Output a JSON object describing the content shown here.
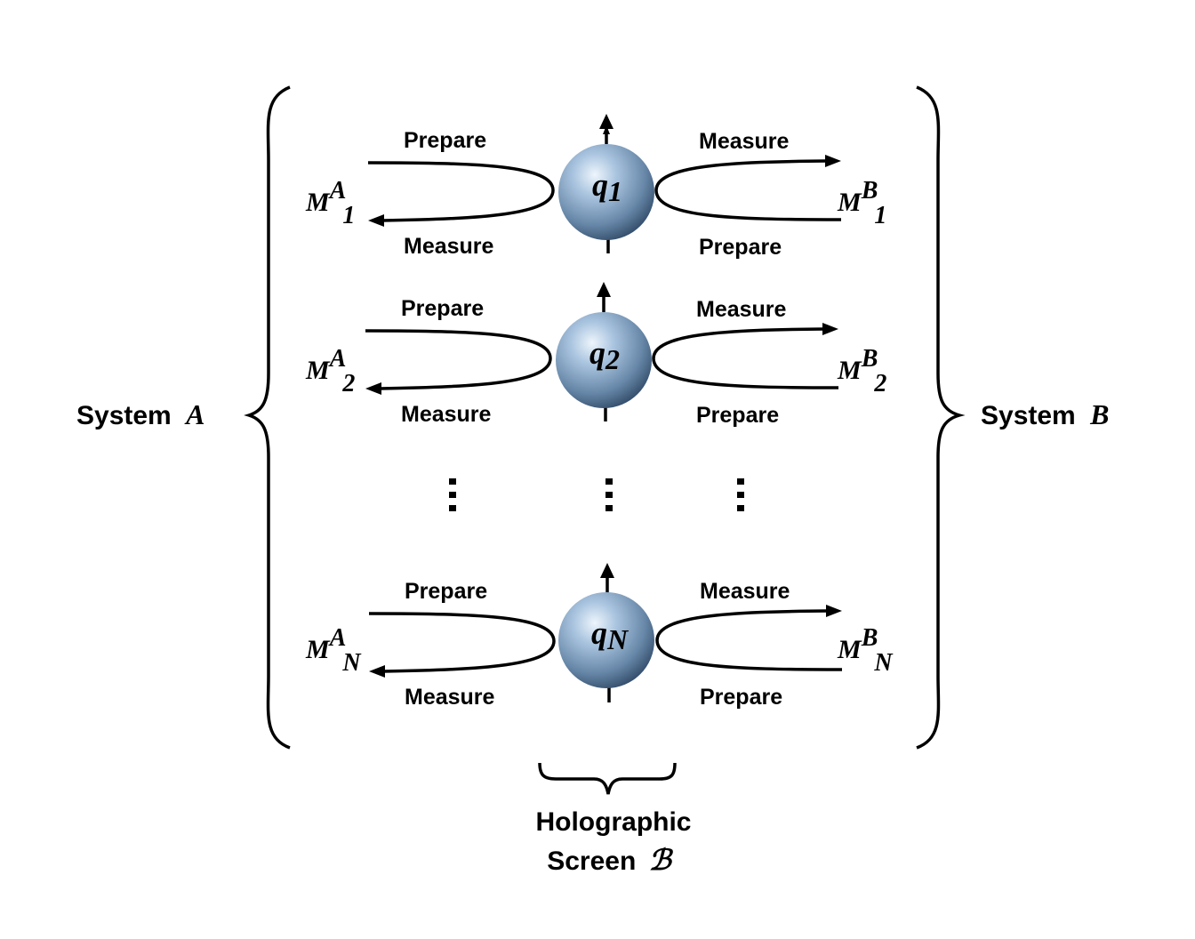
{
  "labels": {
    "system_a": "System",
    "system_a_var": "A",
    "system_b": "System",
    "system_b_var": "B",
    "screen_line1": "Holographic",
    "screen_line2": "Screen",
    "screen_symbol": "ℬ"
  },
  "rows": [
    {
      "qubit": "q",
      "qubit_sub": "1",
      "left_top": "Prepare",
      "left_bottom": "Measure",
      "right_top": "Measure",
      "right_bottom": "Prepare",
      "mA_base": "M",
      "mA_sup": "A",
      "mA_sub": "1",
      "mB_base": "M",
      "mB_sup": "B",
      "mB_sub": "1"
    },
    {
      "qubit": "q",
      "qubit_sub": "2",
      "left_top": "Prepare",
      "left_bottom": "Measure",
      "right_top": "Measure",
      "right_bottom": "Prepare",
      "mA_base": "M",
      "mA_sup": "A",
      "mA_sub": "2",
      "mB_base": "M",
      "mB_sup": "B",
      "mB_sub": "2"
    },
    {
      "qubit": "q",
      "qubit_sub": "N",
      "left_top": "Prepare",
      "left_bottom": "Measure",
      "right_top": "Measure",
      "right_bottom": "Prepare",
      "mA_base": "M",
      "mA_sup": "A",
      "mA_sub": "N",
      "mB_base": "M",
      "mB_sup": "B",
      "mB_sub": "N"
    }
  ],
  "colors": {
    "sphere_light": "#d8e8f6",
    "sphere_mid": "#7e9fc0",
    "sphere_dark": "#2f4a68",
    "ink": "#000000"
  }
}
